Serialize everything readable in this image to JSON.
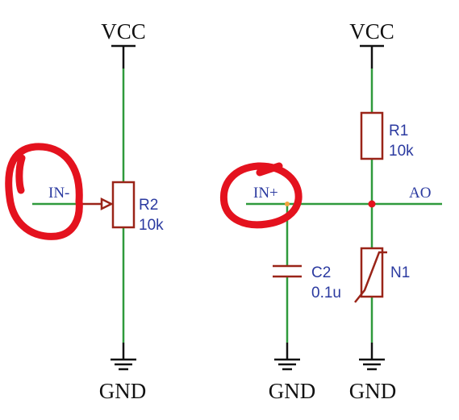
{
  "power": {
    "vcc_label": "VCC",
    "gnd_label": "GND"
  },
  "left_circuit": {
    "input_net": "IN-",
    "potentiometer": {
      "ref": "R2",
      "value": "10k"
    }
  },
  "right_circuit": {
    "input_net": "IN+",
    "output_net": "AO",
    "resistor": {
      "ref": "R1",
      "value": "10k"
    },
    "capacitor": {
      "ref": "C2",
      "value": "0.1u"
    },
    "ntc": {
      "ref": "N1"
    }
  },
  "colors": {
    "wire": "#2f9a3c",
    "component": "#9a2418",
    "label": "#2b3aa0",
    "annotation": "#e4121e",
    "junction": "#e4121e"
  }
}
